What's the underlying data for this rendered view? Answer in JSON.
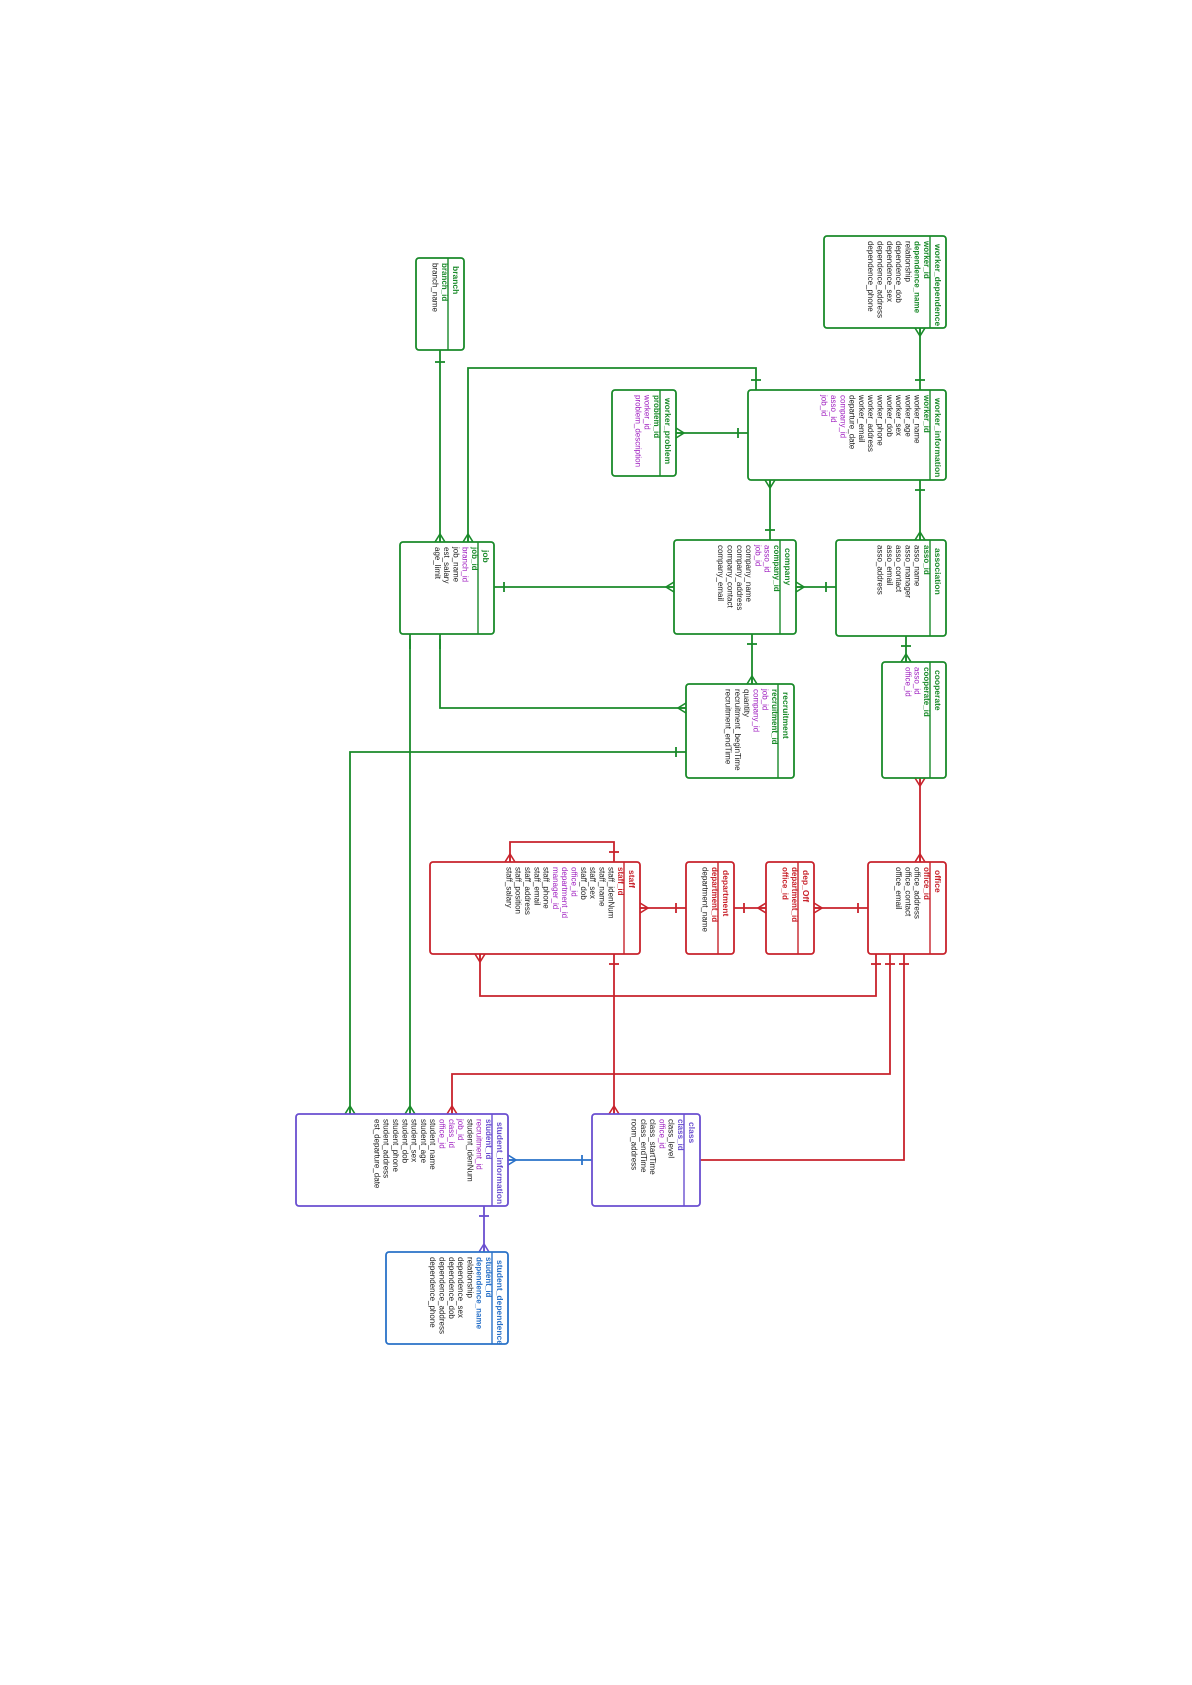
{
  "colors": {
    "green": "#1a8a2a",
    "red": "#c8232c",
    "purple": "#6a4fd0",
    "blue": "#2a72c8",
    "fk": "#a020c0",
    "text": "#222222"
  },
  "tables": [
    {
      "id": "worker_dependence",
      "name": "worker_dependence",
      "color": "green",
      "fields": [
        {
          "n": "worker_id",
          "k": "pk"
        },
        {
          "n": "dependence_name",
          "k": "pk"
        },
        {
          "n": "relationship"
        },
        {
          "n": "dependence_dob"
        },
        {
          "n": "dependence_sex"
        },
        {
          "n": "dependence_address"
        },
        {
          "n": "dependence_phone"
        }
      ]
    },
    {
      "id": "worker_information",
      "name": "worker_information",
      "color": "green",
      "fields": [
        {
          "n": "worker_id",
          "k": "pk"
        },
        {
          "n": "worker_name"
        },
        {
          "n": "worker_age"
        },
        {
          "n": "worker_sex"
        },
        {
          "n": "worker_dob"
        },
        {
          "n": "worker_phone"
        },
        {
          "n": "worker_address"
        },
        {
          "n": "worker_email"
        },
        {
          "n": "departure_date"
        },
        {
          "n": "company_id",
          "k": "fk"
        },
        {
          "n": "asso_id",
          "k": "fk"
        },
        {
          "n": "job_id",
          "k": "fk"
        }
      ]
    },
    {
      "id": "worker_problem",
      "name": "worker_problem",
      "color": "green",
      "fields": [
        {
          "n": "problem_id",
          "k": "pk"
        },
        {
          "n": "worker_id",
          "k": "fk"
        },
        {
          "n": "problem_description",
          "k": "fk"
        }
      ]
    },
    {
      "id": "branch",
      "name": "branch",
      "color": "green",
      "fields": [
        {
          "n": "branch_id",
          "k": "pk"
        },
        {
          "n": "branch_name"
        }
      ]
    },
    {
      "id": "association",
      "name": "association",
      "color": "green",
      "fields": [
        {
          "n": "asso_id",
          "k": "pk"
        },
        {
          "n": "asso_name"
        },
        {
          "n": "asso_manager"
        },
        {
          "n": "asso_contact"
        },
        {
          "n": "asso_email"
        },
        {
          "n": "asso_address"
        }
      ]
    },
    {
      "id": "company",
      "name": "company",
      "color": "green",
      "fields": [
        {
          "n": "company_id",
          "k": "pk"
        },
        {
          "n": "asso_id",
          "k": "fk"
        },
        {
          "n": "job_id",
          "k": "fk"
        },
        {
          "n": "company_name"
        },
        {
          "n": "company_address"
        },
        {
          "n": "company_contact"
        },
        {
          "n": "company_email"
        }
      ]
    },
    {
      "id": "job",
      "name": "job",
      "color": "green",
      "fields": [
        {
          "n": "job_id",
          "k": "pk"
        },
        {
          "n": "branch_id",
          "k": "fk"
        },
        {
          "n": "job_name"
        },
        {
          "n": "est_salary"
        },
        {
          "n": "age_limit"
        }
      ]
    },
    {
      "id": "cooperate",
      "name": "cooperate",
      "color": "green",
      "fields": [
        {
          "n": "cooperate_id",
          "k": "pk"
        },
        {
          "n": "asso_id",
          "k": "fk"
        },
        {
          "n": "office_id",
          "k": "fk"
        }
      ]
    },
    {
      "id": "recruitment",
      "name": "recruitment",
      "color": "green",
      "fields": [
        {
          "n": "recruitment_id",
          "k": "pk"
        },
        {
          "n": "job_id",
          "k": "fk"
        },
        {
          "n": "company_id",
          "k": "fk"
        },
        {
          "n": "quantity"
        },
        {
          "n": "recruitment_beginTime"
        },
        {
          "n": "recruitment_endTime"
        }
      ]
    },
    {
      "id": "office",
      "name": "office",
      "color": "red",
      "fields": [
        {
          "n": "office_id",
          "k": "pk"
        },
        {
          "n": "office_address"
        },
        {
          "n": "office_contact"
        },
        {
          "n": "office_email"
        }
      ]
    },
    {
      "id": "dep_Off",
      "name": "dep_Off",
      "color": "red",
      "fields": [
        {
          "n": "department_id",
          "k": "pk"
        },
        {
          "n": "office_id",
          "k": "pk"
        }
      ]
    },
    {
      "id": "department",
      "name": "department",
      "color": "red",
      "fields": [
        {
          "n": "department_id",
          "k": "pk"
        },
        {
          "n": "department_name"
        }
      ]
    },
    {
      "id": "staff",
      "name": "staff",
      "color": "red",
      "fields": [
        {
          "n": "staff_id",
          "k": "pk"
        },
        {
          "n": "staff_idenNum"
        },
        {
          "n": "staff_name"
        },
        {
          "n": "staff_sex"
        },
        {
          "n": "staff_dob"
        },
        {
          "n": "office_id",
          "k": "fk"
        },
        {
          "n": "department_id",
          "k": "fk"
        },
        {
          "n": "manager_id",
          "k": "fk"
        },
        {
          "n": "staff_phone"
        },
        {
          "n": "staff_email"
        },
        {
          "n": "staff_address"
        },
        {
          "n": "staff_position"
        },
        {
          "n": "staff_salary"
        }
      ]
    },
    {
      "id": "class",
      "name": "class",
      "color": "purple",
      "fields": [
        {
          "n": "class_id",
          "k": "pk"
        },
        {
          "n": "class_level"
        },
        {
          "n": "office_id",
          "k": "fk"
        },
        {
          "n": "class_startTime"
        },
        {
          "n": "class_endTime"
        },
        {
          "n": "room_address"
        }
      ]
    },
    {
      "id": "student_information",
      "name": "student_information",
      "color": "purple",
      "fields": [
        {
          "n": "student_id",
          "k": "pk"
        },
        {
          "n": "recruitment_id",
          "k": "fk"
        },
        {
          "n": "student_idenNum"
        },
        {
          "n": "job_id",
          "k": "fk"
        },
        {
          "n": "class_id",
          "k": "fk"
        },
        {
          "n": "office_id",
          "k": "fk"
        },
        {
          "n": "student_name"
        },
        {
          "n": "student_age"
        },
        {
          "n": "student_sex"
        },
        {
          "n": "student_dob"
        },
        {
          "n": "student_phone"
        },
        {
          "n": "student_address"
        },
        {
          "n": "est_departure_date"
        }
      ]
    },
    {
      "id": "student_dependence",
      "name": "student_dependence",
      "color": "blue",
      "fields": [
        {
          "n": "student_id",
          "k": "pk"
        },
        {
          "n": "dependence_name",
          "k": "pk"
        },
        {
          "n": "relationship"
        },
        {
          "n": "dependence_sex"
        },
        {
          "n": "dependence_dob"
        },
        {
          "n": "dependence_address"
        },
        {
          "n": "dependence_phone"
        }
      ]
    }
  ]
}
